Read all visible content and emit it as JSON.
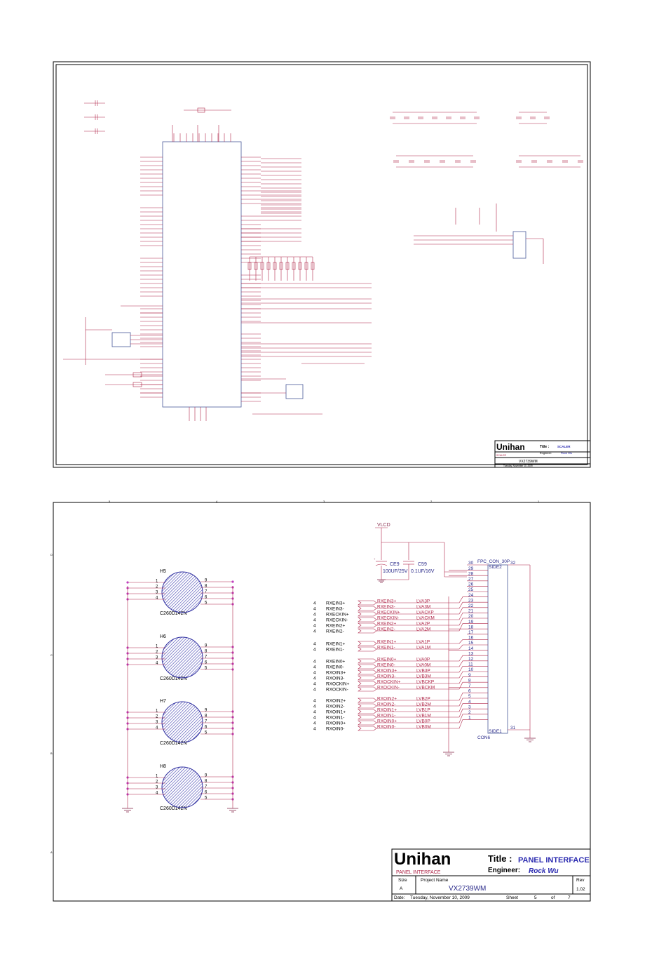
{
  "sheet1": {
    "company": "Unihan",
    "title_prefix": "Title :",
    "title": "SCALER",
    "engineer_label": "Engineer:",
    "engineer": "Rock Wu",
    "section": "SCALER",
    "project_name": "VX2739WM",
    "date": "Tuesday, November 10, 2009"
  },
  "sheet2": {
    "company": "Unihan",
    "title_prefix": "Title :",
    "title": "PANEL INTERFACE",
    "engineer_label": "Engineer:",
    "engineer": "Rock Wu",
    "section": "PANEL INTERFACE",
    "size_label": "Size",
    "size": "A",
    "project_label": "Project Name",
    "project_name": "VX2739WM",
    "rev_label": "Rev",
    "rev": "1.02",
    "date_label": "Date:",
    "date": "Tuesday, November 10, 2009",
    "sheet_label": "Sheet",
    "sheet": "5",
    "of_label": "of",
    "sheets": "7",
    "vlcd": "VLCD",
    "cap1": {
      "ref": "CE9",
      "value": "100UF/25V"
    },
    "cap2": {
      "ref": "C59",
      "value": "0.1UF/16V"
    },
    "connector": {
      "name": "FPC_CON_30P",
      "ref": "CON6",
      "side2": "SIDE2",
      "side1": "SIDE1",
      "side2_pin": "32",
      "side1_pin": "31",
      "pins": [
        "30",
        "29",
        "28",
        "27",
        "26",
        "25",
        "24",
        "23",
        "22",
        "21",
        "20",
        "19",
        "18",
        "17",
        "16",
        "15",
        "14",
        "13",
        "12",
        "11",
        "10",
        "9",
        "8",
        "7",
        "6",
        "5",
        "4",
        "3",
        "2",
        "1"
      ]
    },
    "left_nets": [
      "RXEIN3+",
      "RXEIN3-",
      "RXECKIN+",
      "RXECKIN-",
      "RXEIN2+",
      "RXEIN2-",
      "RXEIN1+",
      "RXEIN1-",
      "RXEIN0+",
      "RXEIN0-",
      "RXOIN3+",
      "RXOIN3-",
      "RXOCKIN+",
      "RXOCKIN-",
      "RXOIN2+",
      "RXOIN2-",
      "RXOIN1+",
      "RXOIN1-",
      "RXOIN0+",
      "RXOIN0-"
    ],
    "port_refs": [
      "4",
      "4",
      "4",
      "4",
      "4",
      "4",
      "4",
      "4",
      "4",
      "4",
      "4",
      "4",
      "4",
      "4",
      "4",
      "4",
      "4",
      "4",
      "4",
      "4"
    ],
    "right_nets": [
      "LVA3P",
      "LVA3M",
      "LVACKP",
      "LVACKM",
      "LVA2P",
      "LVA2M",
      "LVA1P",
      "LVA1M",
      "LVA0P",
      "LVA0M",
      "LVB3P",
      "LVB3M",
      "LVBCKP",
      "LVBCKM",
      "LVB2P",
      "LVB2M",
      "LVB1P",
      "LVB1M",
      "LVB0P",
      "LVB0M"
    ],
    "holes": [
      {
        "ref": "H5",
        "part": "C260D142N"
      },
      {
        "ref": "H6",
        "part": "C260D142N"
      },
      {
        "ref": "H7",
        "part": "C260D142N"
      },
      {
        "ref": "H8",
        "part": "C260D142N"
      }
    ],
    "hole_left_pins": [
      "1",
      "2",
      "3",
      "4"
    ],
    "hole_right_pins": [
      "9",
      "8",
      "7",
      "6",
      "5"
    ],
    "border_cols": [
      "5",
      "4",
      "3",
      "2",
      "1"
    ],
    "border_rows": [
      "D",
      "C",
      "B",
      "A"
    ]
  }
}
